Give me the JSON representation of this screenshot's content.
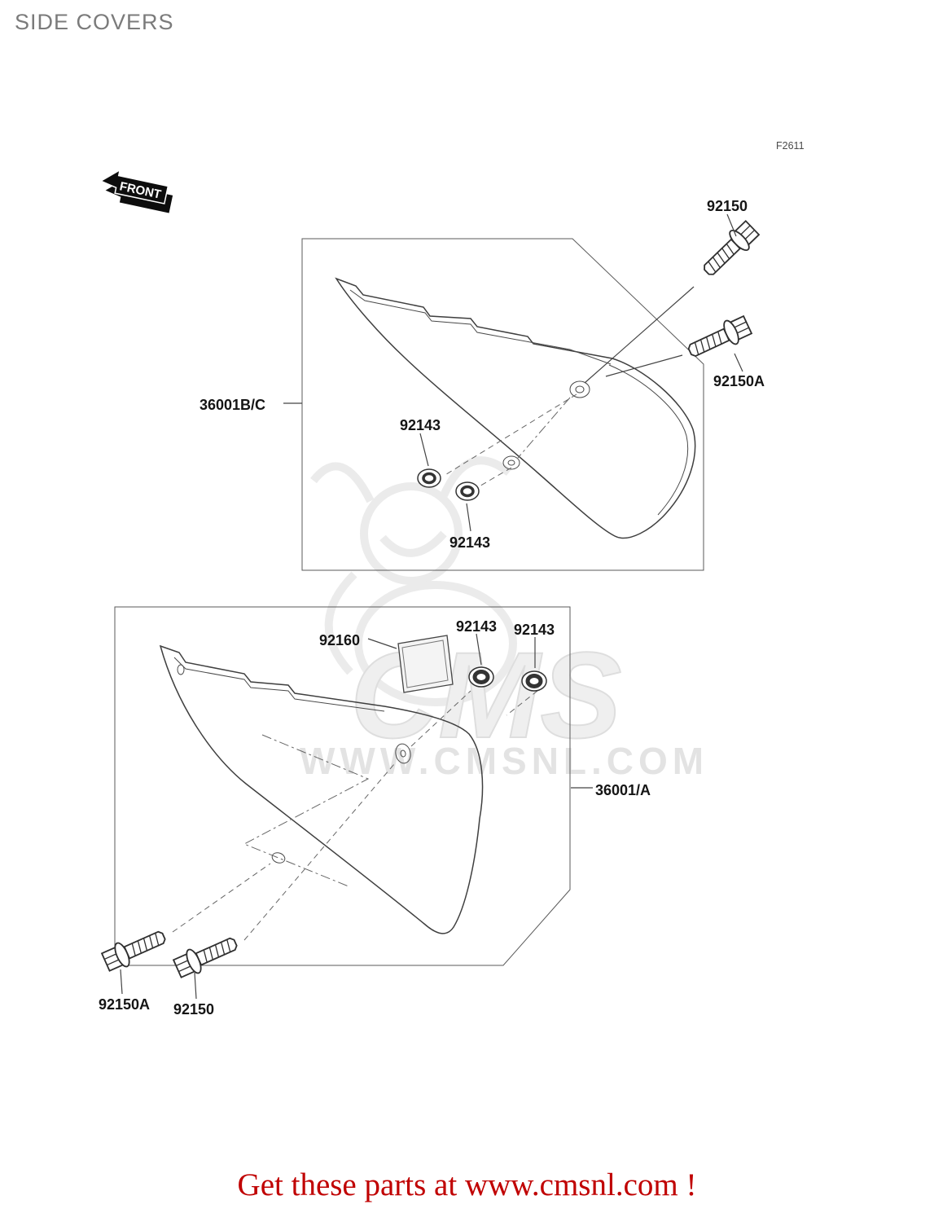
{
  "page": {
    "title": "SIDE COVERS",
    "fiche_code": "F2611",
    "footer_link": "Get these parts at www.cmsnl.com !"
  },
  "diagram": {
    "front_arrow": "FRONT",
    "labels": {
      "bolt_upper": "92150",
      "bolt_upper_a": "92150A",
      "side_cover_upper": "36001B/C",
      "damper_upper_1": "92143",
      "damper_upper_2": "92143",
      "pad": "92160",
      "damper_lower_1": "92143",
      "damper_lower_2": "92143",
      "side_cover_lower": "36001/A",
      "bolt_lower_a": "92150A",
      "bolt_lower": "92150"
    }
  },
  "watermark": {
    "logo_text": "CMS",
    "url_text": "WWW.CMSNL.COM"
  },
  "colors": {
    "footer": "#c00000",
    "title": "#7b7b7b",
    "line": "#3f3f3f",
    "watermark": "#e3e3e3"
  }
}
